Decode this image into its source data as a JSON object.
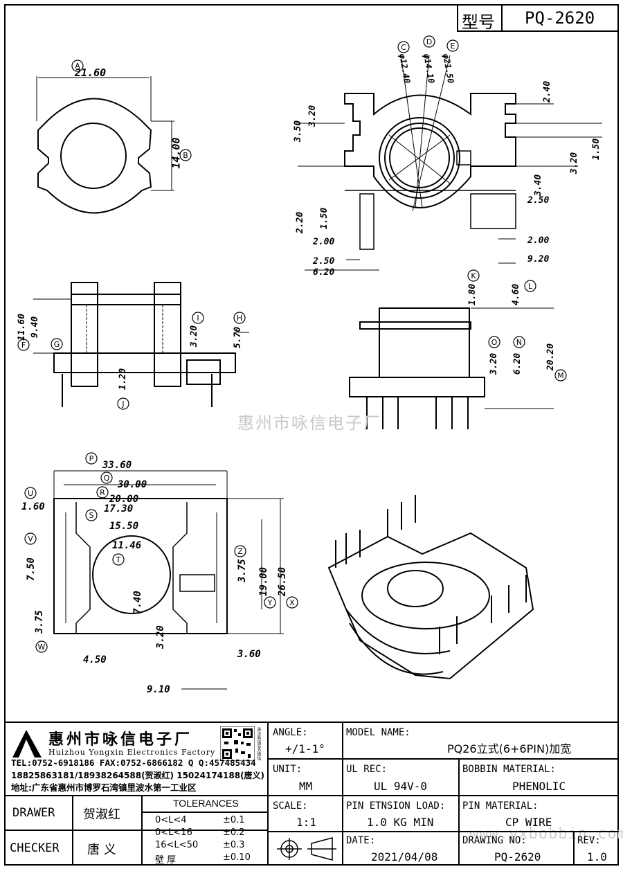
{
  "header": {
    "model_label": "型号",
    "model_value": "PQ-2620"
  },
  "dimensions": {
    "top_left": {
      "A": "21.60",
      "B": "14.00"
    },
    "top_right": {
      "C": "φ12.40",
      "D": "φ14.10",
      "E": "φ21.50",
      "d1": "3.50",
      "d2": "3.20",
      "d3": "2.40",
      "d4": "1.50",
      "d5": "3.20",
      "d6": "3.40",
      "d7": "2.20",
      "d8": "1.50",
      "d9": "2.50",
      "d10": "2.00",
      "d11": "2.00",
      "d12": "2.50",
      "d13": "6.20",
      "d14": "9.20"
    },
    "mid_left": {
      "F": "11.60",
      "G": "9.40",
      "I": "3.20",
      "H": "5.70",
      "J": "1.20"
    },
    "mid_right": {
      "K": "1.80",
      "L": "4.60",
      "O": "3.20",
      "N": "6.20",
      "M": "20.20"
    },
    "bottom": {
      "P": "33.60",
      "Q": "30.00",
      "R": "20.00",
      "U": "1.60",
      "S": "17.30",
      "T": "15.50",
      "T2": "11.46",
      "V": "7.50",
      "Z": "3.75",
      "Y": "19.00",
      "X": "26.50",
      "W": "3.75",
      "e1": "7.40",
      "e2": "3.20",
      "e3": "4.50",
      "e4": "3.60",
      "e5": "9.10"
    }
  },
  "circle_labels": [
    "A",
    "B",
    "C",
    "D",
    "E",
    "F",
    "G",
    "H",
    "I",
    "J",
    "K",
    "L",
    "M",
    "N",
    "O",
    "P",
    "Q",
    "R",
    "S",
    "T",
    "U",
    "V",
    "W",
    "X",
    "Y",
    "Z"
  ],
  "watermark": {
    "cn": "惠州市咏信电子厂",
    "url": "www.yxbobbin.com"
  },
  "company": {
    "name_cn": "惠州市咏信电子厂",
    "name_en": "Huizhou Yongxin Electronics Factory",
    "qr_side_text": "关注咏信官方微信",
    "line1": "TEL:0752-6918186  FAX:0752-6866182  Q Q:457485434",
    "line2": "18825863181/18938264588(贺淑红)  15024174188(唐义)",
    "line3": "地址:广东省惠州市博罗石湾镇里波水第一工业区"
  },
  "titleblock": {
    "angle_label": "ANGLE:",
    "angle_value": "+/1-1°",
    "model_name_label": "MODEL NAME:",
    "model_name_value": "PQ26立式(6+6PIN)加宽",
    "unit_label": "UNIT:",
    "unit_value": "MM",
    "ul_label": "UL REC:",
    "ul_value": "UL 94V-0",
    "bobbin_label": "BOBBIN MATERIAL:",
    "bobbin_value": "PHENOLIC",
    "drawer_label": "DRAWER",
    "drawer_value": "贺淑红",
    "checker_label": "CHECKER",
    "checker_value": "唐 义",
    "tolerances_label": "TOLERANCES",
    "tol": [
      {
        "range": "0<L<4",
        "value": "±0.1"
      },
      {
        "range": "0<L<16",
        "value": "±0.2"
      },
      {
        "range": "16<L<50",
        "value": "±0.3"
      },
      {
        "range": "壁  厚",
        "value": "±0.10"
      }
    ],
    "scale_label": "SCALE:",
    "scale_value": "1:1",
    "pin_load_label": "PIN ETNSION LOAD:",
    "pin_load_value": "1.0 KG MIN",
    "pin_mat_label": "PIN MATERIAL:",
    "pin_mat_value": "CP WIRE",
    "date_label": "DATE:",
    "date_value": "2021/04/08",
    "drawing_no_label": "DRAWING NO:",
    "drawing_no_value": "PQ-2620",
    "rev_label": "REV:",
    "rev_value": "1.0"
  }
}
